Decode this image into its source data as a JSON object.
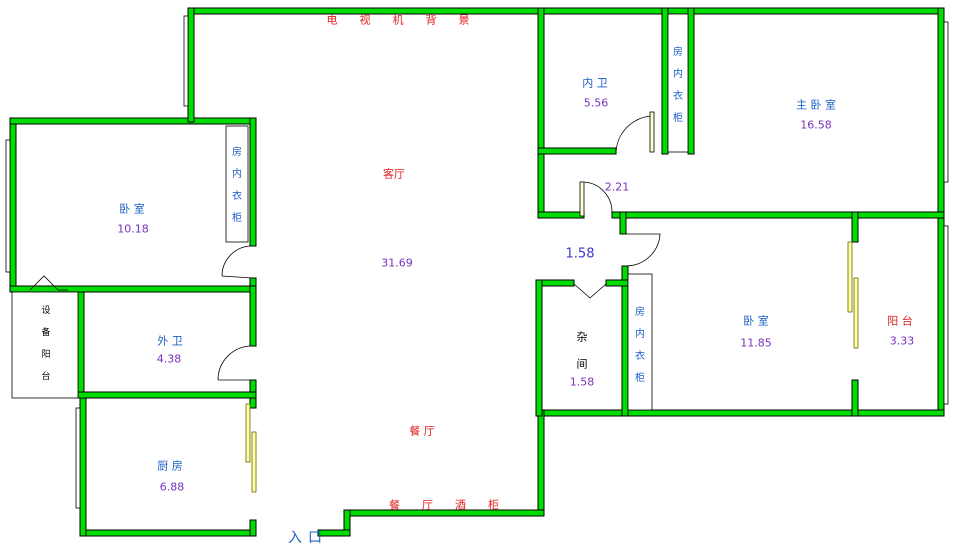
{
  "labels": {
    "tv_wall": "电　　视　　机　　背　　景",
    "living_room": "客厅",
    "living_area": "31.69",
    "dining": "餐 厅",
    "dining_bar": "餐　　厅　　酒　　柜",
    "inner_bath": "内 卫",
    "inner_bath_area": "5.56",
    "master_bedroom": "主 卧 室",
    "master_area": "16.58",
    "corridor_area": "2.21",
    "hall_area": "1.58",
    "bedroom_left": "卧 室",
    "bedroom_left_area": "10.18",
    "outer_bath": "外 卫",
    "outer_bath_area": "4.38",
    "equipment_balcony": "设备阳台",
    "kitchen": "厨 房",
    "kitchen_area": "6.88",
    "storage_a": "杂",
    "storage_b": "间",
    "storage_area": "1.58",
    "bedroom_right": "卧 室",
    "bedroom_right_area": "11.85",
    "balcony": "阳 台",
    "balcony_area": "3.33",
    "wardrobe_left": "房内衣柜",
    "wardrobe_top": "房内衣柜",
    "wardrobe_right": "房内衣柜",
    "entrance": "入口"
  },
  "colors": {
    "wall": "#00dd00",
    "room_name": "#1a5fc8",
    "area_value": "#7a2fbf",
    "accent_text": "#e02020"
  }
}
